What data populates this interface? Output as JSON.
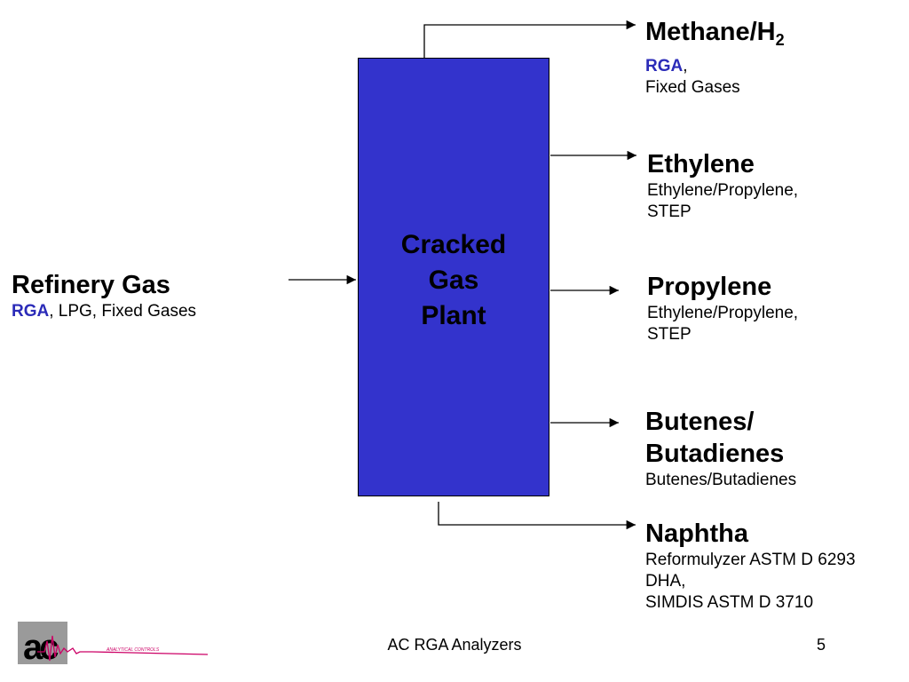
{
  "plant": {
    "lines": [
      "Cracked",
      "Gas",
      "Plant"
    ],
    "color": "#3333cc"
  },
  "input": {
    "title": "Refinery Gas",
    "rga": "RGA",
    "rest": ", LPG, Fixed Gases"
  },
  "outputs": {
    "methane": {
      "title_main": "Methane/H",
      "title_sub": "2",
      "rga": "RGA",
      "rga_suffix": ",",
      "line1": "Fixed Gases"
    },
    "ethylene": {
      "title": "Ethylene",
      "line1": "Ethylene/Propylene,",
      "line2": "STEP"
    },
    "propylene": {
      "title": "Propylene",
      "line1": "Ethylene/Propylene,",
      "line2": "STEP"
    },
    "butenes": {
      "title1": "Butenes/",
      "title2": "Butadienes",
      "line1": "Butenes/Butadienes"
    },
    "naphtha": {
      "title": "Naphtha",
      "line1": "Reformulyzer ASTM D 6293",
      "line2": "DHA,",
      "line3": "SIMDIS ASTM D 3710"
    }
  },
  "footer": {
    "title": "AC RGA Analyzers",
    "page": "5"
  },
  "logo": {
    "letters": "ac",
    "tagline": "ANALYTICAL CONTROLS",
    "accent": "#cc0066"
  }
}
